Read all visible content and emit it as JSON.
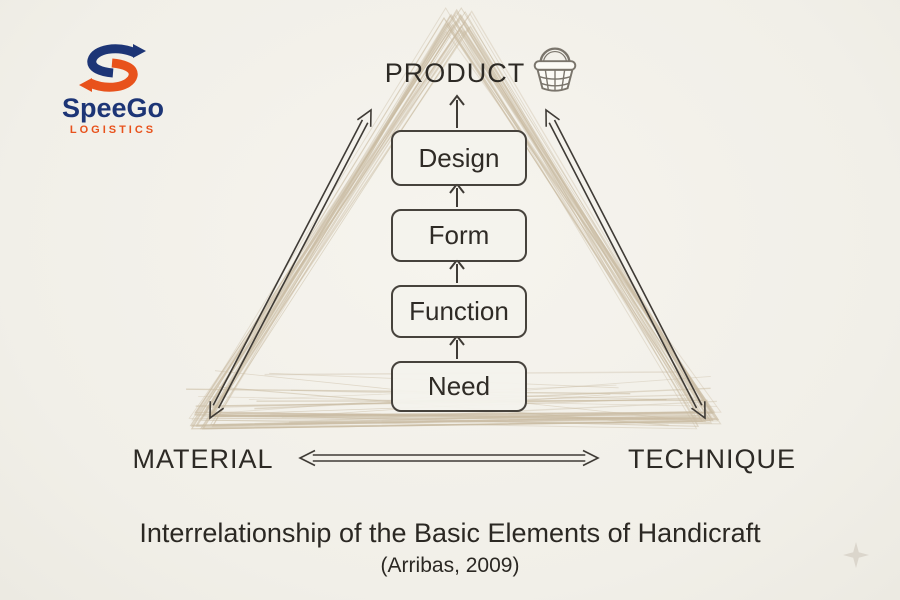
{
  "logo": {
    "name": "SpeeGo",
    "subtitle": "LOGISTICS",
    "name_color": "#1d3576",
    "subtitle_color": "#e8521c"
  },
  "diagram": {
    "vertices": {
      "top": "PRODUCT",
      "bottom_left": "MATERIAL",
      "bottom_right": "TECHNIQUE"
    },
    "stages": [
      "Need",
      "Function",
      "Form",
      "Design"
    ],
    "colors": {
      "thread": "#c9bba2",
      "line": "#3f3b36",
      "text": "#2d2a25",
      "paper": "#f3f1eb"
    }
  },
  "icons": {
    "product_icon": "basket-icon",
    "corner_icon": "sparkle-icon"
  },
  "caption": {
    "line1": "Interrelationship of the Basic Elements of Handicraft",
    "line2": "(Arribas, 2009)"
  }
}
